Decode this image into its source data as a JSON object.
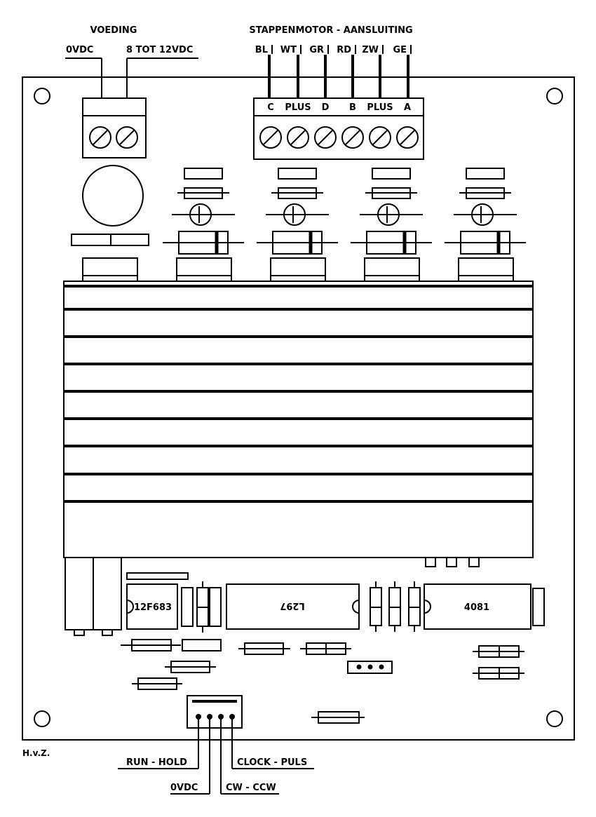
{
  "title_left": "VOEDING",
  "title_right": "STAPPENMOTOR - AANSLUITING",
  "power": {
    "left": "0VDC",
    "right": "8 TOT 12VDC"
  },
  "wire_colors": [
    "BL",
    "WT",
    "GR",
    "RD",
    "ZW",
    "GE"
  ],
  "pin_labels": [
    "C",
    "PLUS",
    "D",
    "B",
    "PLUS",
    "A"
  ],
  "ic": {
    "pic": "12F683",
    "driver": "L297",
    "gate": "4081"
  },
  "author": "H.v.Z.",
  "control": {
    "run_hold": "RUN - HOLD",
    "zero": "0VDC",
    "cw_ccw": "CW - CCW",
    "clock": "CLOCK - PULS"
  }
}
